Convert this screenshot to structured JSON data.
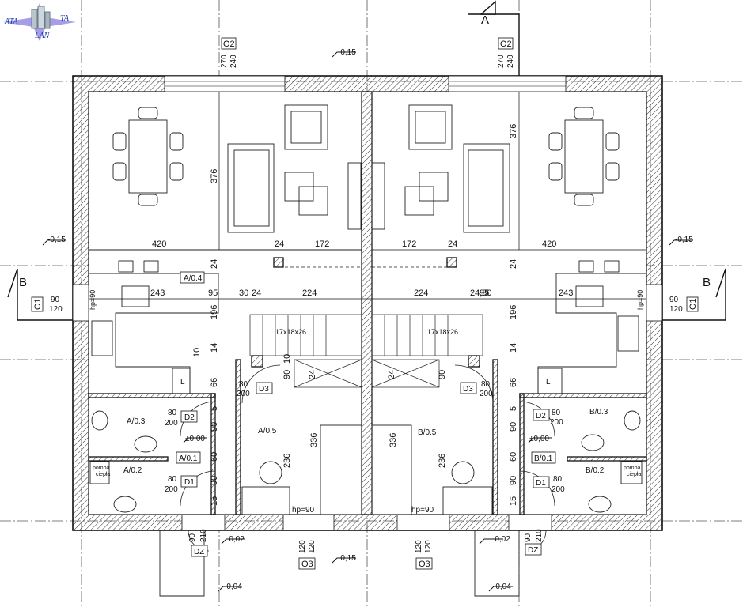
{
  "logo": {
    "line1": "ATA",
    "line2": "TA",
    "line3": "LAN"
  },
  "section_markers": {
    "a": "A",
    "b_left": "B",
    "b_right": "B"
  },
  "window_tags": {
    "o2_left": "O2",
    "o2_right": "O2",
    "o1_left": "O1",
    "o1_right": "O1",
    "o3_left": "O3",
    "o3_right": "O3"
  },
  "window_dims": {
    "o2_a": "270",
    "o2_b": "240",
    "o1_a": "90",
    "o1_b": "120",
    "o3_a": "120",
    "o3_b": "120"
  },
  "levels": {
    "top": "-0,15",
    "side": "-0,15",
    "bottom": "-0,15",
    "entry": "-0,02",
    "outside": "-0,04",
    "hall": "±0,00"
  },
  "dims": {
    "d376": "376",
    "d420": "420",
    "d24": "24",
    "d172": "172",
    "d243": "243",
    "d95": "95",
    "d30": "30",
    "d224": "224",
    "d196": "196",
    "d14": "14",
    "d10": "10",
    "d66": "66",
    "d5": "5",
    "d90": "90",
    "d60": "60",
    "d15": "15",
    "d236": "236",
    "d336": "336",
    "d200": "200",
    "d80": "80",
    "d210": "210",
    "d2430": "24,30"
  },
  "stairs": "17x18x26",
  "rooms_left": {
    "r04": "A/0.4",
    "r05": "A/0.5",
    "r03": "A/0.3",
    "r02": "A/0.2",
    "r01": "A/0.1"
  },
  "rooms_right": {
    "r05": "B/0.5",
    "r03": "B/0.3",
    "r02": "B/0.2",
    "r01": "B/0.1"
  },
  "doors": {
    "d1": "D1",
    "d2": "D2",
    "d3": "D3",
    "dz": "DZ"
  },
  "sill_hp90": "hp=90",
  "boiler_line1": "pompa",
  "boiler_line2": "ciepła",
  "fridge": "L"
}
